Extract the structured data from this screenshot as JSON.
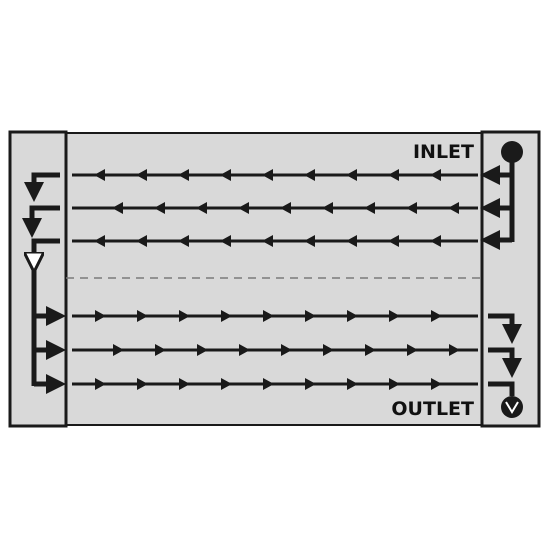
{
  "labels": {
    "inlet": "INLET",
    "outlet": "OUTLET"
  },
  "colors": {
    "background": "#ffffff",
    "panel_fill": "#d9d9d9",
    "stroke": "#1a1a1a",
    "divider": "#7a7a7a"
  },
  "diagram": {
    "upper_pass_tubes": 3,
    "lower_pass_tubes": 3,
    "upper_flow_direction": "right-to-left",
    "lower_flow_direction": "left-to-right",
    "inlet_icon": "dot-icon",
    "outlet_icon": "down-arrow-circle-icon"
  }
}
